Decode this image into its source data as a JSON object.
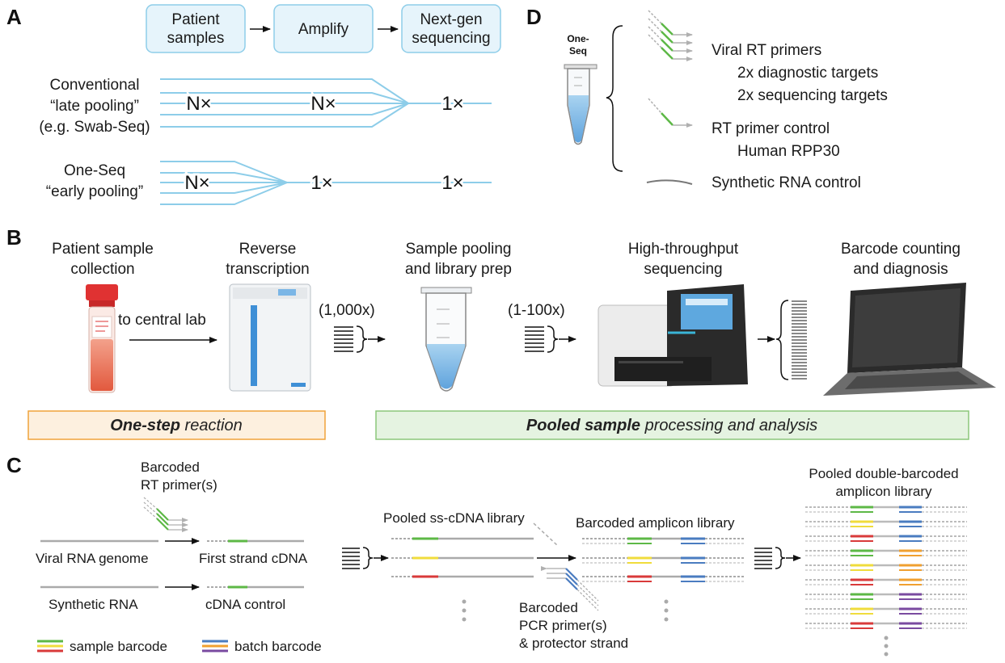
{
  "panels": {
    "a": "A",
    "b": "B",
    "c": "C",
    "d": "D"
  },
  "panel_a": {
    "flow": {
      "box1_line1": "Patient",
      "box1_line2": "samples",
      "box2": "Amplify",
      "box3_line1": "Next-gen",
      "box3_line2": "sequencing"
    },
    "conventional": {
      "line1": "Conventional",
      "line2": "“late pooling”",
      "line3": "(e.g. Swab-Seq)"
    },
    "conventional_counts": [
      "N×",
      "N×",
      "1×"
    ],
    "oneseq": {
      "line1": "One-Seq",
      "line2": "“early pooling”"
    },
    "oneseq_counts": [
      "N×",
      "1×",
      "1×"
    ]
  },
  "panel_b": {
    "step1_line1": "Patient sample",
    "step1_line2": "collection",
    "step2_line1": "Reverse",
    "step2_line2": "transcription",
    "step3_line1": "Sample pooling",
    "step3_line2": "and library prep",
    "step4_line1": "High-throughput",
    "step4_line2": "sequencing",
    "step5_line1": "Barcode counting",
    "step5_line2": "and diagnosis",
    "to_central_lab": "to central lab",
    "pool1": "(1,000x)",
    "pool2": "(1-100x)",
    "one_step_bold": "One-step",
    "one_step_rest": " reaction",
    "pooled_bold": "Pooled sample",
    "pooled_rest": " processing and analysis"
  },
  "panel_c": {
    "rt_primer_line1": "Barcoded",
    "rt_primer_line2": "RT primer(s)",
    "viral_rna": "Viral RNA genome",
    "first_strand": "First strand cDNA",
    "synthetic_rna": "Synthetic RNA",
    "cdna_control": "cDNA control",
    "pooled_ss": "Pooled ss-cDNA library",
    "barcoded_amplicon": "Barcoded amplicon library",
    "pcr_primer_line1": "Barcoded",
    "pcr_primer_line2": "PCR primer(s)",
    "pcr_primer_line3": "& protector strand",
    "double_line1": "Pooled double-barcoded",
    "double_line2": "amplicon library",
    "legend_sample": "sample barcode",
    "legend_batch": "batch barcode"
  },
  "panel_d": {
    "tube_line1": "One-",
    "tube_line2": "Seq",
    "viral_rt": "Viral RT primers",
    "diag": "2x diagnostic targets",
    "seqt": "2x sequencing targets",
    "rt_control": "RT primer control",
    "rpp30": "Human RPP30",
    "synthetic": "Synthetic RNA control"
  },
  "colors": {
    "light_blue": "#8dcde9",
    "box_fill": "#e6f4fb",
    "orange_box": "#fdf0df",
    "orange_border": "#f0a33a",
    "green_box": "#e5f3e1",
    "green_border": "#8cc77a",
    "green": "#5db846",
    "yellow": "#f0dc3c",
    "red": "#d93a3a",
    "blue": "#4a7cc0",
    "orange": "#f0a030",
    "purple": "#7a4aa0"
  }
}
